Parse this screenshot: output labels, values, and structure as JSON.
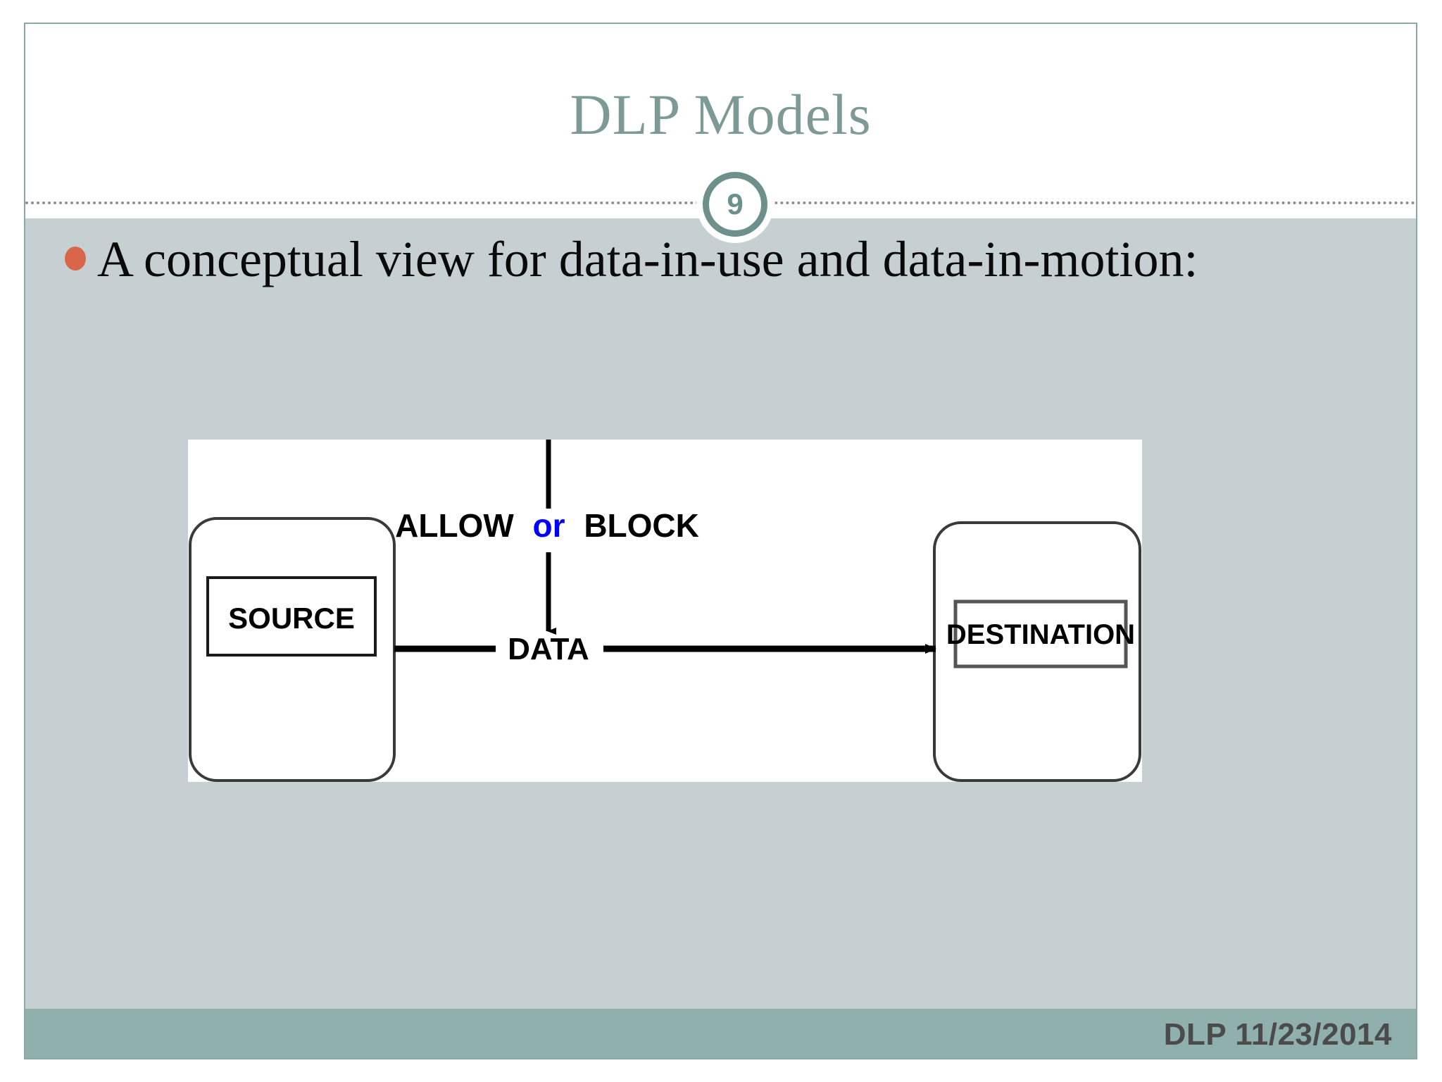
{
  "slide": {
    "title": "DLP Models",
    "page_number": "9",
    "footer": "DLP 11/23/2014",
    "colors": {
      "title": "#7d9a97",
      "body_background": "#c6d0d3",
      "footer_bar": "#8fb0ac",
      "footer_text": "#4b4b4b",
      "bullet": "#d9664a",
      "badge_ring": "#6e908c",
      "slide_border": "#8aa9a4",
      "diagram_panel": "#ffffff",
      "or_label": "#0000ff"
    }
  },
  "content": {
    "bullets": [
      "A conceptual  view  for data-in-use and data-in-motion:"
    ]
  },
  "diagram": {
    "type": "flow",
    "decision_label_parts": {
      "left": "ALLOW",
      "middle": "or",
      "right": "BLOCK"
    },
    "flow_label": "DATA",
    "nodes": [
      {
        "id": "source",
        "label": "SOURCE"
      },
      {
        "id": "destination",
        "label": "DESTINATION"
      }
    ],
    "edges": [
      {
        "from": "source",
        "to": "destination",
        "label": "DATA",
        "direction": "right"
      },
      {
        "from": "policy",
        "to": "data-flow",
        "label": "ALLOW or BLOCK",
        "direction": "down"
      }
    ]
  }
}
